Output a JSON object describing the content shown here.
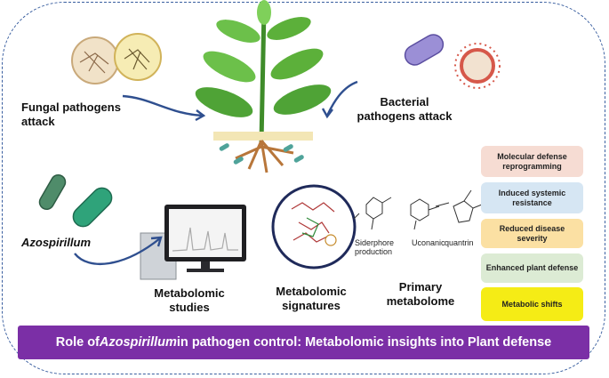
{
  "labels": {
    "fungal": "Fungal pathogens attack",
    "bacterial": "Bacterial pathogens attack",
    "azospirillum": "Azospirillum",
    "metabolomic_studies": "Metabolomic studies",
    "metabolomic_signatures": "Metabolomic signatures",
    "primary_metabolome": "Primary metabolome",
    "siderphore": "Siderphore production",
    "uconanic": "Uconanic",
    "quantrin": "quantrin"
  },
  "outcomes": [
    {
      "text": "Molecular defense reprogramming",
      "color": "#f6dcd3"
    },
    {
      "text": "Induced systemic resistance",
      "color": "#d6e6f3"
    },
    {
      "text": "Reduced disease severity",
      "color": "#fbe0a3"
    },
    {
      "text": "Enhanced plant defense",
      "color": "#dcebd4"
    },
    {
      "text": "Metabolic shifts",
      "color": "#f5ec15"
    }
  ],
  "banner": {
    "prefix": "Role of ",
    "italic": "Azospirillum",
    "suffix": " in pathogen control: Metabolomic insights into Plant defense"
  },
  "colors": {
    "banner": "#7b2fa6",
    "arrow": "#2f4f8f",
    "frame": "#3a5fa0"
  }
}
